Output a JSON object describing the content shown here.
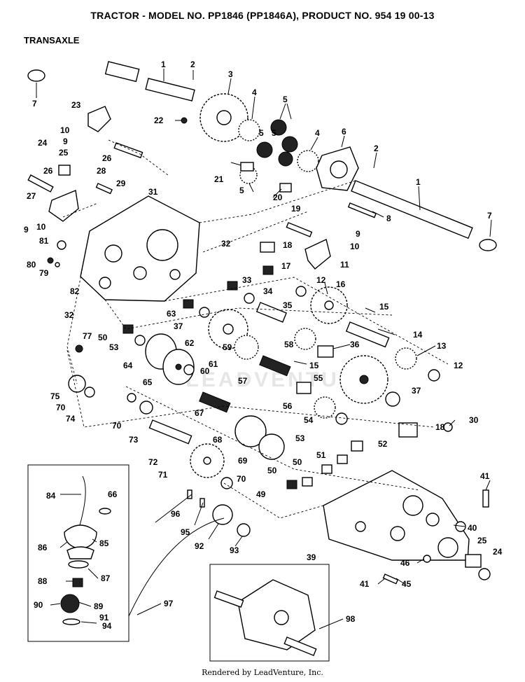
{
  "header": {
    "title": "TRACTOR - MODEL NO. PP1846 (PP1846A), PRODUCT NO. 954 19 00-13",
    "subtitle": "TRANSAXLE"
  },
  "footer": {
    "credit": "Rendered by LeadVenture, Inc."
  },
  "watermark": "LEADVENTURE",
  "callouts": [
    "1",
    "1",
    "2",
    "2",
    "3",
    "4",
    "4",
    "5",
    "5",
    "5",
    "5",
    "6",
    "7",
    "7",
    "8",
    "9",
    "9",
    "9",
    "10",
    "10",
    "10",
    "11",
    "12",
    "12",
    "13",
    "14",
    "15",
    "15",
    "16",
    "17",
    "18",
    "18",
    "19",
    "20",
    "21",
    "22",
    "23",
    "24",
    "24",
    "25",
    "25",
    "26",
    "26",
    "27",
    "28",
    "29",
    "30",
    "31",
    "32",
    "32",
    "33",
    "34",
    "35",
    "36",
    "37",
    "37",
    "39",
    "40",
    "41",
    "41",
    "45",
    "46",
    "49",
    "50",
    "50",
    "50",
    "51",
    "52",
    "53",
    "53",
    "54",
    "55",
    "56",
    "57",
    "58",
    "59",
    "60",
    "61",
    "62",
    "63",
    "64",
    "65",
    "66",
    "67",
    "68",
    "69",
    "70",
    "70",
    "70",
    "71",
    "72",
    "73",
    "74",
    "75",
    "77",
    "79",
    "80",
    "81",
    "82",
    "84",
    "85",
    "86",
    "87",
    "88",
    "89",
    "90",
    "91",
    "92",
    "93",
    "94",
    "95",
    "96",
    "97",
    "98"
  ]
}
